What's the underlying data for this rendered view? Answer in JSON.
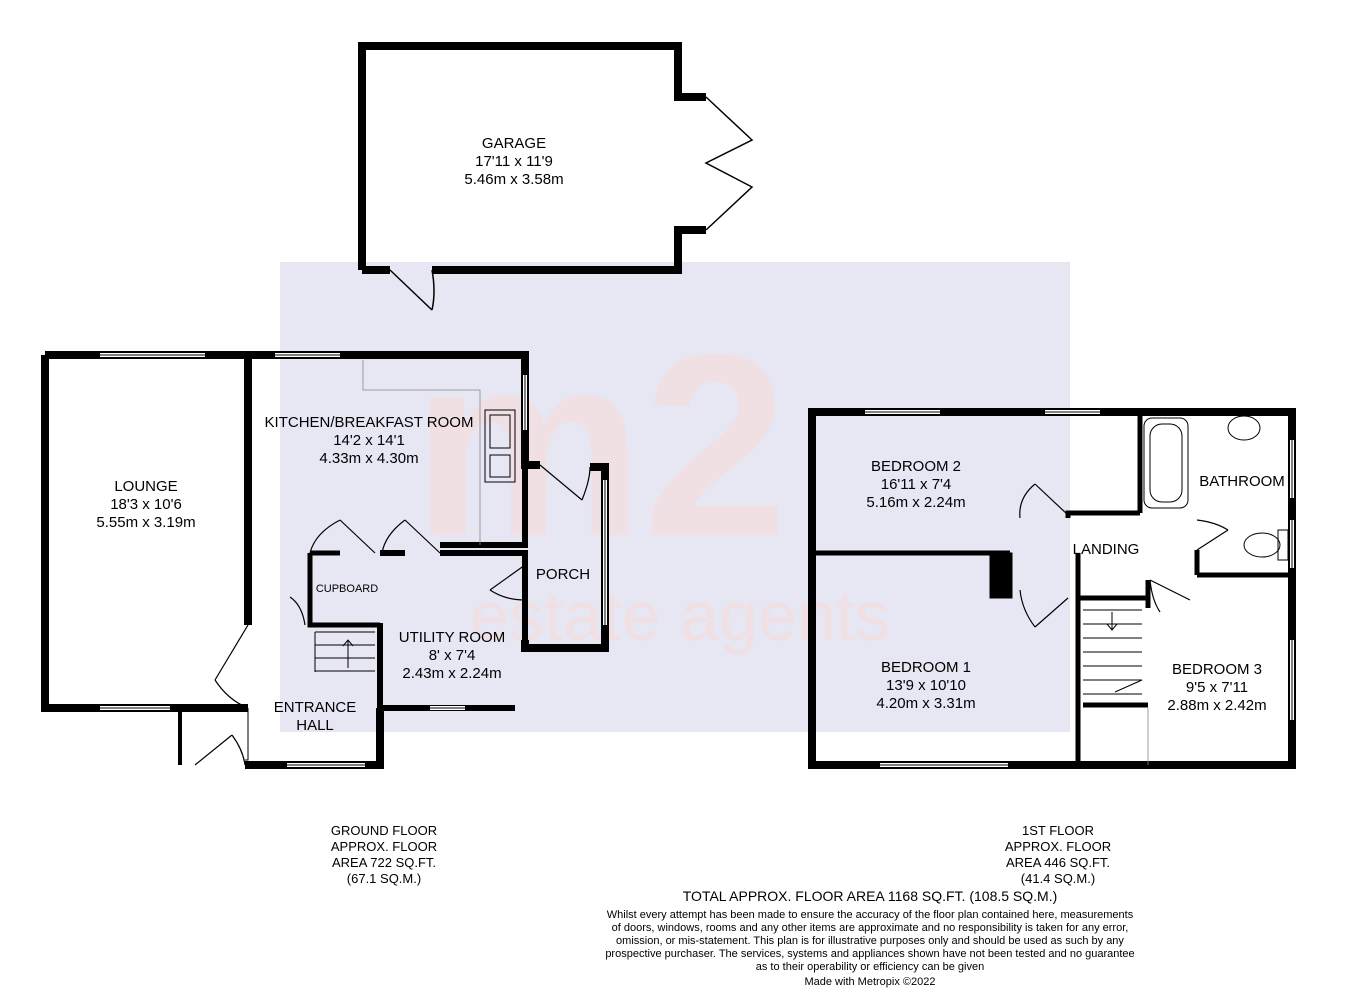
{
  "watermark": {
    "logo_text": "m2",
    "tagline": "estate agents",
    "colors": {
      "panel": "#e7e6f3",
      "logo": "#f3dede"
    }
  },
  "rooms": {
    "garage": {
      "name": "GARAGE",
      "imperial": "17'11 x 11'9",
      "metric": "5.46m x 3.58m"
    },
    "lounge": {
      "name": "LOUNGE",
      "imperial": "18'3 x 10'6",
      "metric": "5.55m x 3.19m"
    },
    "kitchen": {
      "name": "KITCHEN/BREAKFAST ROOM",
      "imperial": "14'2 x 14'1",
      "metric": "4.33m x 4.30m"
    },
    "cupboard": {
      "name": "CUPBOARD"
    },
    "porch": {
      "name": "PORCH"
    },
    "utility": {
      "name": "UTILITY ROOM",
      "imperial": "8' x 7'4",
      "metric": "2.43m x 2.24m"
    },
    "entrance": {
      "line1": "ENTRANCE",
      "line2": "HALL"
    },
    "bedroom2": {
      "name": "BEDROOM 2",
      "imperial": "16'11 x 7'4",
      "metric": "5.16m x 2.24m"
    },
    "bathroom": {
      "name": "BATHROOM"
    },
    "landing": {
      "name": "LANDING"
    },
    "bedroom1": {
      "name": "BEDROOM 1",
      "imperial": "13'9 x 10'10",
      "metric": "4.20m x 3.31m"
    },
    "bedroom3": {
      "name": "BEDROOM 3",
      "imperial": "9'5 x 7'11",
      "metric": "2.88m x 2.42m"
    }
  },
  "floors": {
    "ground": {
      "l1": "GROUND FLOOR",
      "l2": "APPROX. FLOOR",
      "l3": "AREA 722 SQ.FT.",
      "l4": "(67.1 SQ.M.)"
    },
    "first": {
      "l1": "1ST FLOOR",
      "l2": "APPROX. FLOOR",
      "l3": "AREA 446 SQ.FT.",
      "l4": "(41.4 SQ.M.)"
    }
  },
  "total": "TOTAL APPROX. FLOOR AREA 1168 SQ.FT. (108.5 SQ.M.)",
  "disclaimer": [
    "Whilst every attempt has been made to ensure the accuracy of the floor plan contained here, measurements",
    "of doors, windows, rooms and any other items are approximate and no responsibility is taken for any error,",
    "omission, or mis-statement. This plan is for illustrative purposes only and should be used as such by any",
    "prospective purchaser. The services, systems and appliances shown have not been tested and no guarantee",
    "as to their operability or efficiency can be given"
  ],
  "credit": "Made with Metropix ©2022"
}
